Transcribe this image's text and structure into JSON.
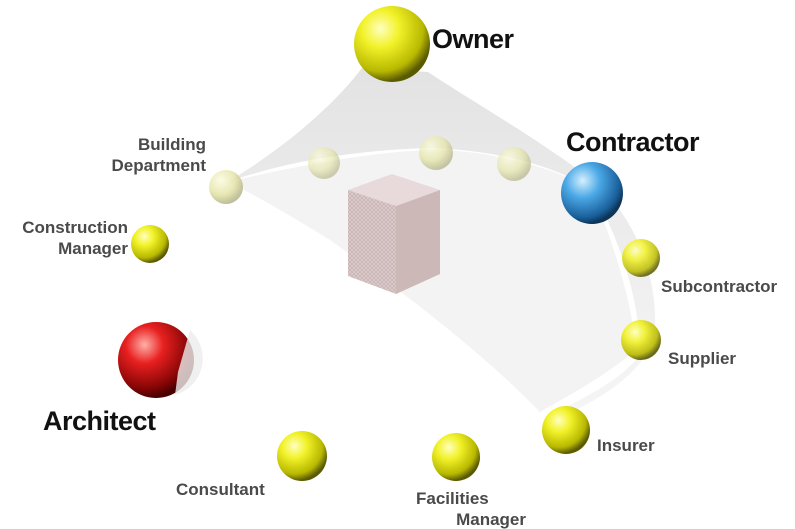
{
  "diagram": {
    "stakeholders": {
      "owner": {
        "label": "Owner",
        "color": "#e8e81a"
      },
      "contractor": {
        "label": "Contractor",
        "color": "#3a9fe0"
      },
      "architect": {
        "label": "Architect",
        "color": "#e01818"
      },
      "building_department": {
        "line1": "Building",
        "line2": "Department",
        "color": "#eef060"
      },
      "construction_manager": {
        "line1": "Construction",
        "line2": "Manager",
        "color": "#e4e428"
      },
      "subcontractor": {
        "label": "Subcontractor",
        "color": "#e4e428"
      },
      "supplier": {
        "label": "Supplier",
        "color": "#e4e428"
      },
      "insurer": {
        "label": "Insurer",
        "color": "#e4e428"
      },
      "facilities_manager": {
        "line1": "Facilities",
        "line2": "Manager",
        "color": "#e4e428"
      },
      "consultant": {
        "label": "Consultant",
        "color": "#e4e428"
      }
    },
    "model_block_color": "#d8c6c6"
  }
}
